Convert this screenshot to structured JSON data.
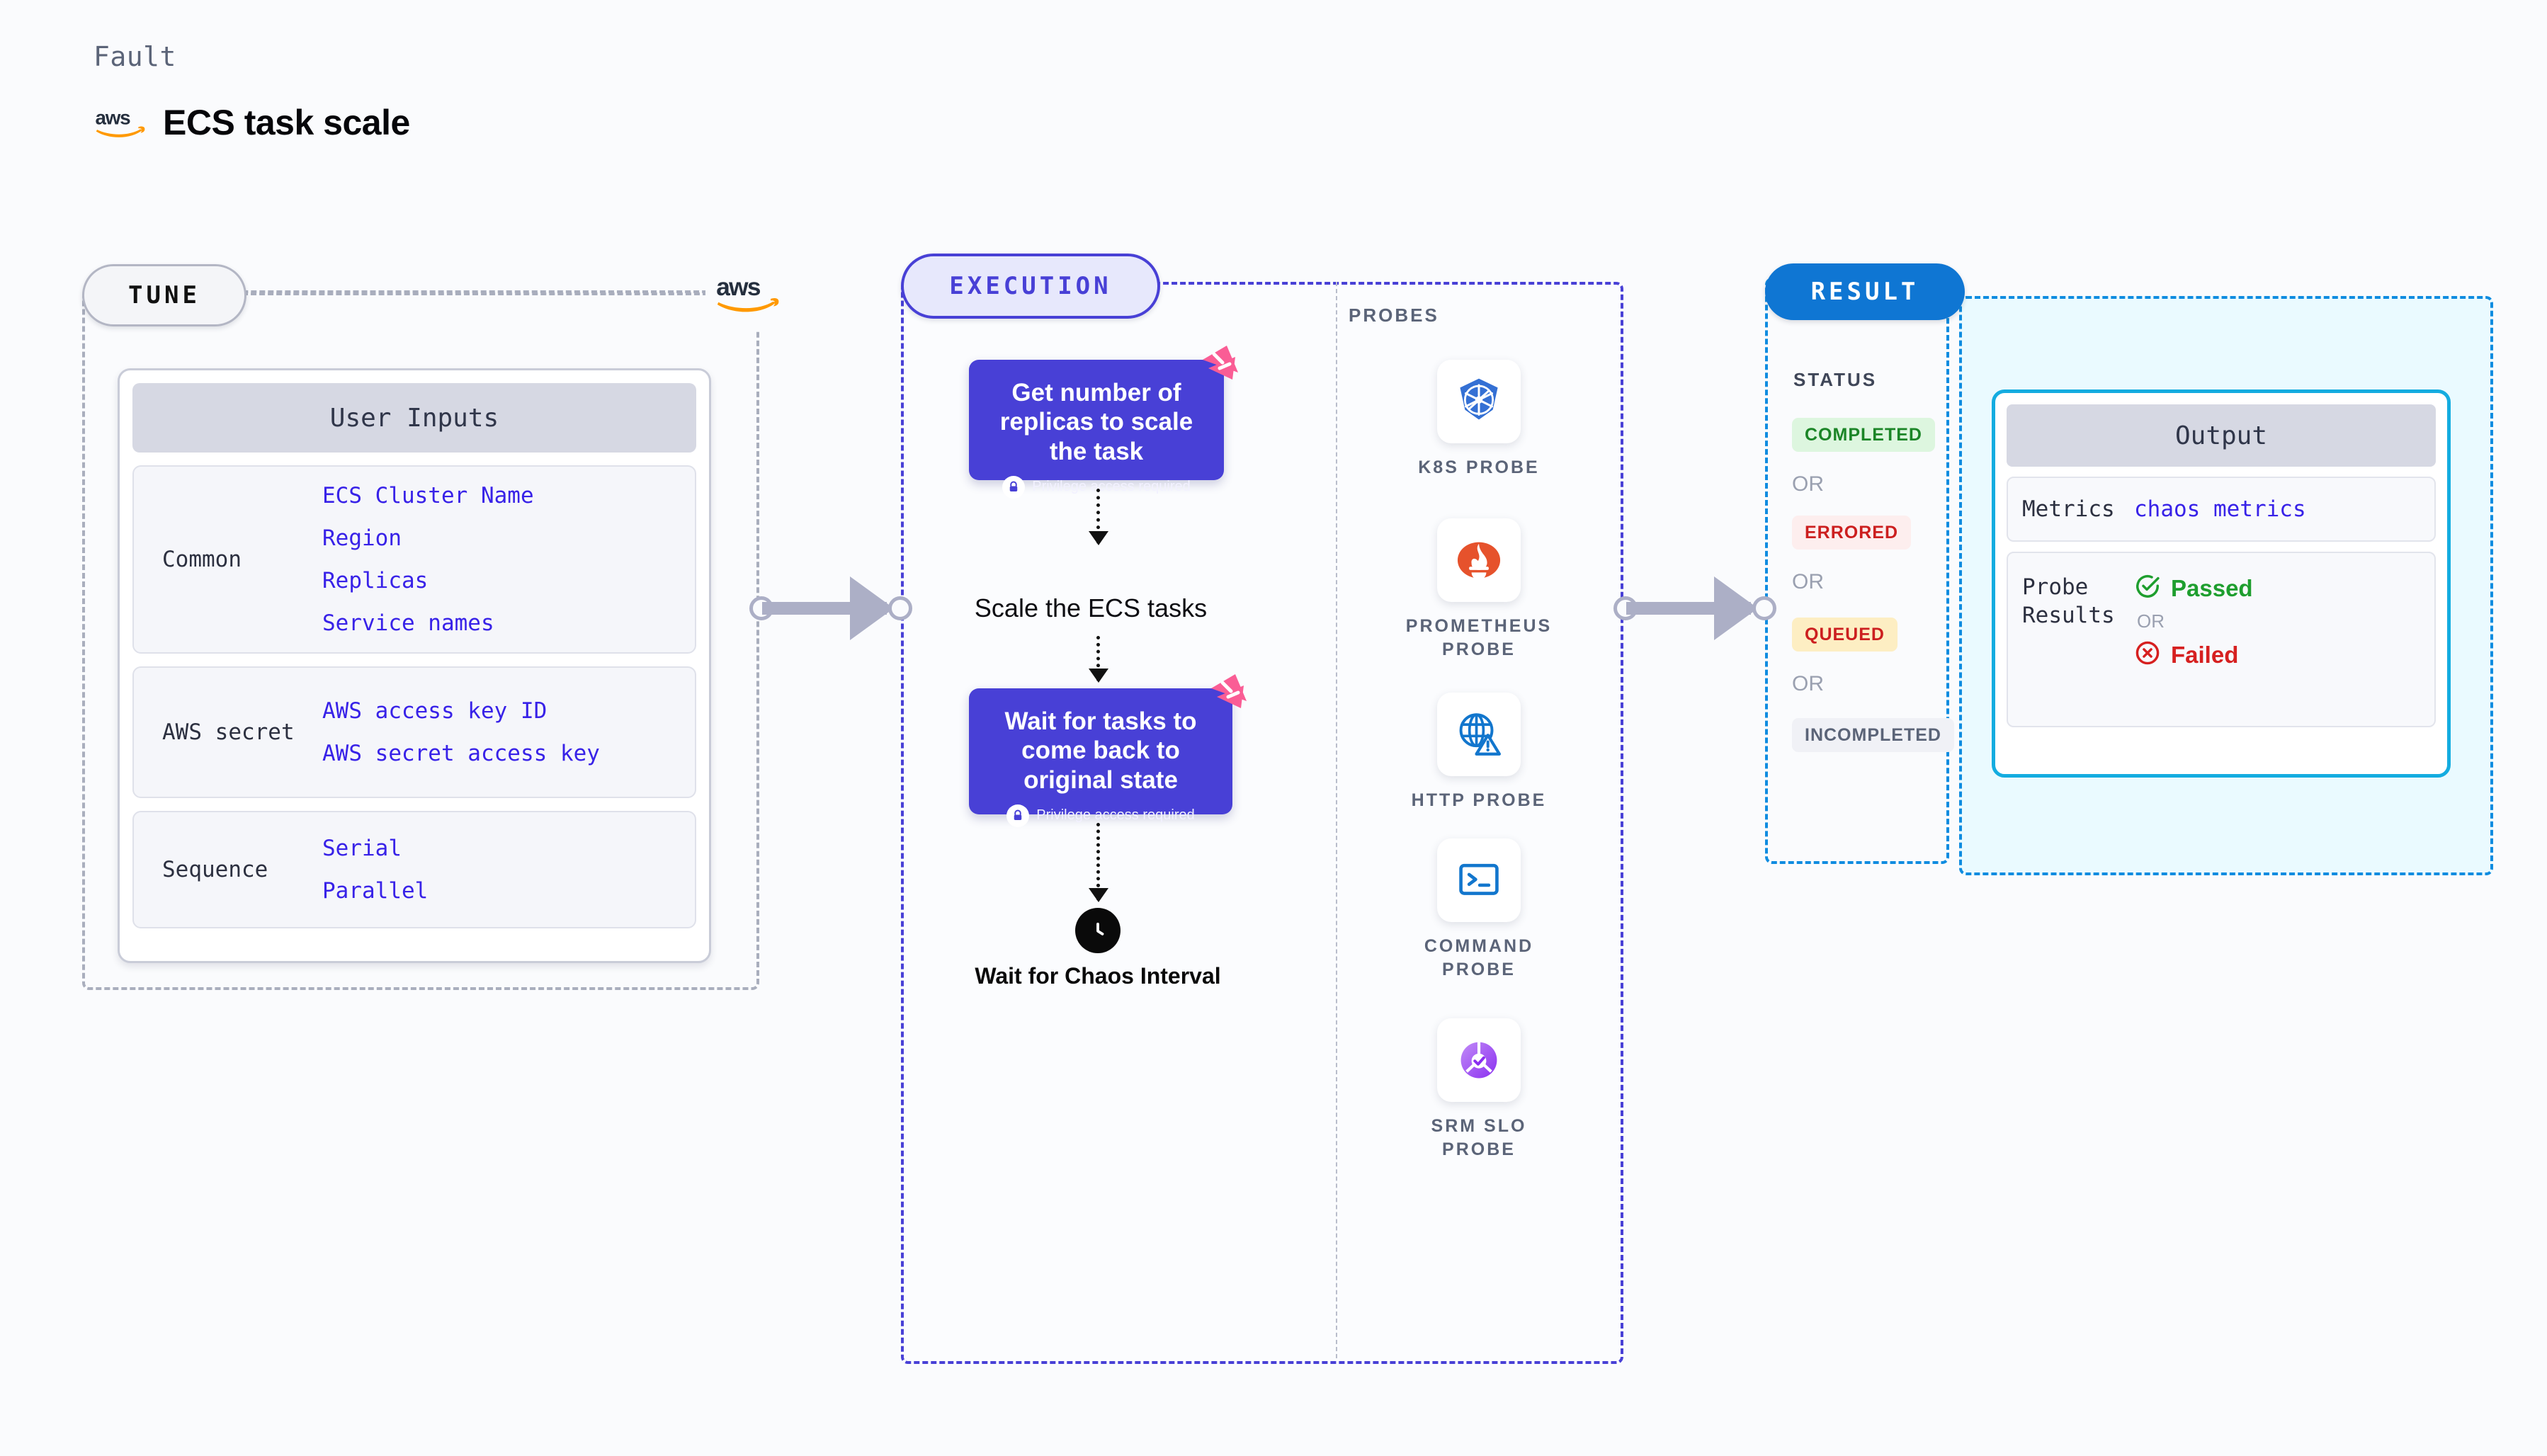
{
  "header": {
    "kicker": "Fault",
    "title": "ECS task scale",
    "logo_icon": "aws-logo-icon"
  },
  "tune": {
    "pill_label": "TUNE",
    "provider_icon": "aws-logo-icon",
    "card": {
      "header": "User Inputs",
      "groups": [
        {
          "label": "Common",
          "values": [
            "ECS Cluster Name",
            "Region",
            "Replicas",
            "Service names"
          ]
        },
        {
          "label": "AWS secret",
          "values": [
            "AWS access key ID",
            "AWS secret access key"
          ]
        },
        {
          "label": "Sequence",
          "values": [
            "Serial",
            "Parallel"
          ]
        }
      ]
    }
  },
  "execution": {
    "pill_label": "EXECUTION",
    "nodes": [
      {
        "title": "Get number of replicas to scale the task",
        "sub": "Privilege access required",
        "lock_icon": "lock-icon",
        "tag_icon": "litmus-tag-icon"
      },
      {
        "title": "Wait for tasks to come back to original state",
        "sub": "Privilege access required",
        "lock_icon": "lock-icon",
        "tag_icon": "litmus-tag-icon"
      }
    ],
    "middle_step": "Scale the ECS tasks",
    "wait_step": {
      "label": "Wait for Chaos Interval",
      "icon": "clock-icon"
    },
    "probes": {
      "title": "PROBES",
      "items": [
        {
          "label": "K8S PROBE",
          "icon": "kubernetes-icon"
        },
        {
          "label": "PROMETHEUS PROBE",
          "icon": "prometheus-icon"
        },
        {
          "label": "HTTP PROBE",
          "icon": "http-globe-warning-icon"
        },
        {
          "label": "COMMAND PROBE",
          "icon": "terminal-icon"
        },
        {
          "label": "SRM SLO PROBE",
          "icon": "srm-slo-icon"
        }
      ]
    }
  },
  "result": {
    "pill_label": "RESULT",
    "status_title": "STATUS",
    "or_label": "OR",
    "statuses": [
      {
        "label": "COMPLETED",
        "bg": "#ddf6df",
        "fg": "#1b8527"
      },
      {
        "label": "ERRORED",
        "bg": "#fdeeee",
        "fg": "#cc1f1f"
      },
      {
        "label": "QUEUED",
        "bg": "#fdeec3",
        "fg": "#cc1f1f"
      },
      {
        "label": "INCOMPLETED",
        "bg": "#f0f1f6",
        "fg": "#5b6478"
      }
    ],
    "output": {
      "header": "Output",
      "metrics_label": "Metrics",
      "metrics_value": "chaos metrics",
      "probe_results_label": "Probe Results",
      "or_label": "OR",
      "passed": {
        "text": "Passed",
        "icon": "check-circle-icon",
        "color": "#1e9e2e"
      },
      "failed": {
        "text": "Failed",
        "icon": "x-circle-icon",
        "color": "#d62020"
      }
    }
  },
  "colors": {
    "brand_purple": "#4840d6",
    "brand_blue": "#0f76d3",
    "accent_cyan": "#14ace0",
    "aws_orange": "#ff9900",
    "link_blue": "#3822e8"
  }
}
